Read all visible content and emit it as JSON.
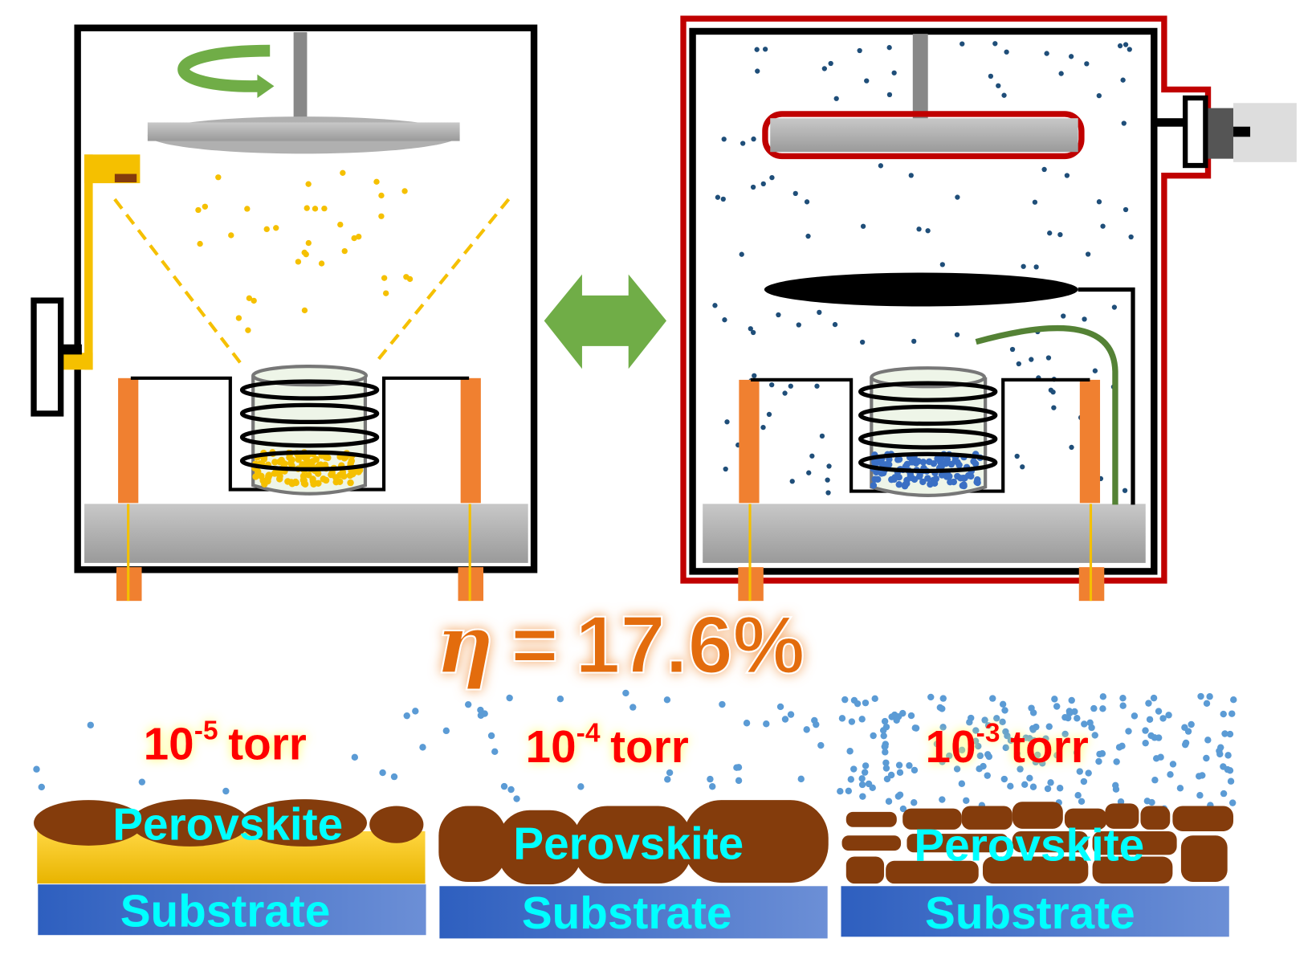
{
  "efficiency": {
    "symbol": "η",
    "equals": "=",
    "value": "17.6%"
  },
  "pressures": [
    {
      "base": "10",
      "exponent": "-5",
      "unit": "torr"
    },
    {
      "base": "10",
      "exponent": "-4",
      "unit": "torr"
    },
    {
      "base": "10",
      "exponent": "-3",
      "unit": "torr"
    }
  ],
  "layers": {
    "film": "Perovskite",
    "substrate": "Substrate"
  },
  "colors": {
    "gold": "#f5c000",
    "blue_dot": "#1f4e79",
    "red_chamber": "#c00000",
    "arrow_green": "#70ad47",
    "perovskite": "#843c0c",
    "substrate": "#4472c4",
    "label_cyan": "#00ffff",
    "pressure_red": "#ff0000"
  }
}
